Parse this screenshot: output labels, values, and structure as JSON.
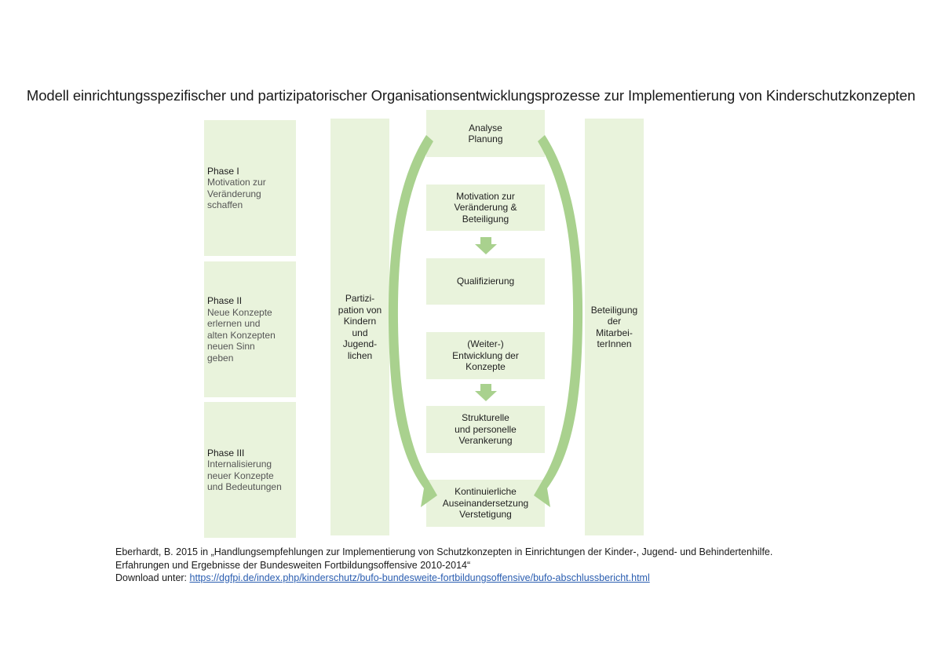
{
  "title": "Modell einrichtungsspezifischer und partizipatorischer Organisationsentwicklungsprozesse zur Implementierung von Kinderschutzkonzepten",
  "phases": [
    {
      "name": "Phase I",
      "desc": "Motivation zur\nVeränderung\nschaffen"
    },
    {
      "name": "Phase II",
      "desc": "Neue Konzepte\nerlernen und\nalten Konzepten\nneuen Sinn\ngeben"
    },
    {
      "name": "Phase III",
      "desc": "Internalisierung\nneuer Konzepte\nund Bedeutungen"
    }
  ],
  "left_column": "Partizi-\npation von\nKindern\nund\nJugend-\nlichen",
  "right_column": "Beteiligung\nder\nMitarbei-\nterInnen",
  "steps": [
    "Analyse\nPlanung",
    "Motivation zur\nVeränderung &\nBeteiligung",
    "Qualifizierung",
    "(Weiter-)\nEntwicklung der\nKonzepte",
    "Strukturelle\nund personelle\nVerankerung",
    "Kontinuierliche\nAuseinandersetzung\nVerstetigung"
  ],
  "colors": {
    "box_fill": "#e9f3dc",
    "arrow_green": "#a9d18e",
    "link": "#2a5db0"
  },
  "footer": {
    "line1": "Eberhardt, B. 2015 in „Handlungsempfehlungen zur Implementierung von Schutzkonzepten in Einrichtungen der Kinder-, Jugend- und Behindertenhilfe.",
    "line2": "Erfahrungen und Ergebnisse der Bundesweiten Fortbildungsoffensive 2010-2014“",
    "line3_prefix": "Download unter: ",
    "link_text": "https://dgfpi.de/index.php/kinderschutz/bufo-bundesweite-fortbildungsoffensive/bufo-abschlussbericht.html"
  }
}
